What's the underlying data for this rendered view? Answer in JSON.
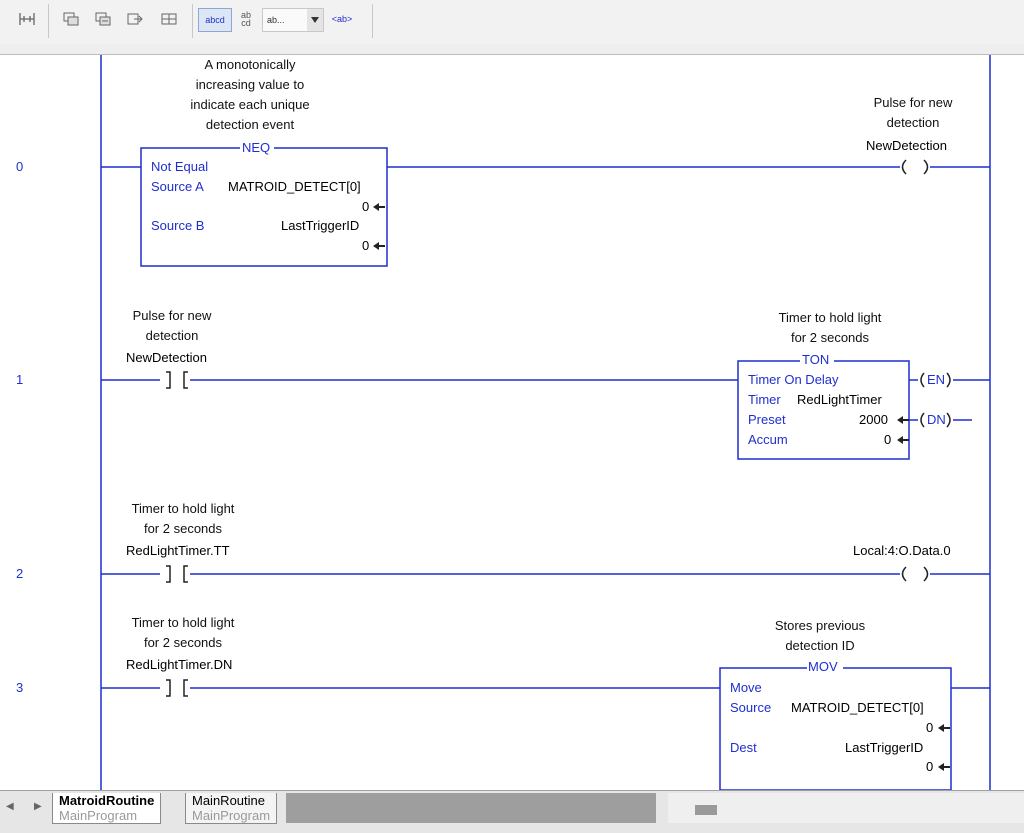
{
  "toolbar": {
    "icons": [
      "branch-icon",
      "rung-insert-icon",
      "rung-copy-icon",
      "rung-export-icon",
      "rung-move-icon"
    ],
    "view_button_1": "abcd",
    "view_button_2_top": "ab",
    "view_button_2_bottom": "cd",
    "view_dropdown": "ab...",
    "tag_button": "<ab>"
  },
  "rungs": [
    {
      "number": "0",
      "instruction": {
        "mnemonic": "NEQ",
        "title": "Not Equal",
        "comment": [
          "A monotonically",
          "increasing value to",
          "indicate each unique",
          "detection event"
        ],
        "operands": [
          {
            "label": "Source A",
            "tag": "MATROID_DETECT[0]",
            "value": "0"
          },
          {
            "label": "Source B",
            "tag": "LastTriggerID",
            "value": "0"
          }
        ]
      },
      "output": {
        "comment": [
          "Pulse for new",
          "detection"
        ],
        "tag": "NewDetection",
        "symbol": "( )"
      }
    },
    {
      "number": "1",
      "contact": {
        "comment": [
          "Pulse for new",
          "detection"
        ],
        "tag": "NewDetection",
        "symbol": "] ["
      },
      "instruction": {
        "mnemonic": "TON",
        "title": "Timer On Delay",
        "comment": [
          "Timer to hold light",
          "for 2 seconds"
        ],
        "timer_label": "Timer",
        "timer_tag": "RedLightTimer",
        "preset_label": "Preset",
        "preset_value": "2000",
        "accum_label": "Accum",
        "accum_value": "0",
        "en": "EN",
        "dn": "DN"
      }
    },
    {
      "number": "2",
      "contact": {
        "comment": [
          "Timer to hold light",
          "for 2 seconds"
        ],
        "tag": "RedLightTimer.TT",
        "symbol": "] ["
      },
      "output": {
        "tag": "Local:4:O.Data.0",
        "symbol": "( )"
      }
    },
    {
      "number": "3",
      "contact": {
        "comment": [
          "Timer to hold light",
          "for 2 seconds"
        ],
        "tag": "RedLightTimer.DN",
        "symbol": "] ["
      },
      "instruction": {
        "mnemonic": "MOV",
        "title": "Move",
        "comment": [
          "Stores previous",
          "detection ID"
        ],
        "source_label": "Source",
        "source_tag": "MATROID_DETECT[0]",
        "source_value": "0",
        "dest_label": "Dest",
        "dest_tag": "LastTriggerID",
        "dest_value": "0"
      }
    }
  ],
  "tabs": [
    {
      "name": "MatroidRoutine",
      "sub": "MainProgram",
      "active": true
    },
    {
      "name": "MainRoutine",
      "sub": "MainProgram",
      "active": false
    }
  ],
  "colors": {
    "ladder_blue": "#1f2fcf",
    "text": "#111111"
  }
}
